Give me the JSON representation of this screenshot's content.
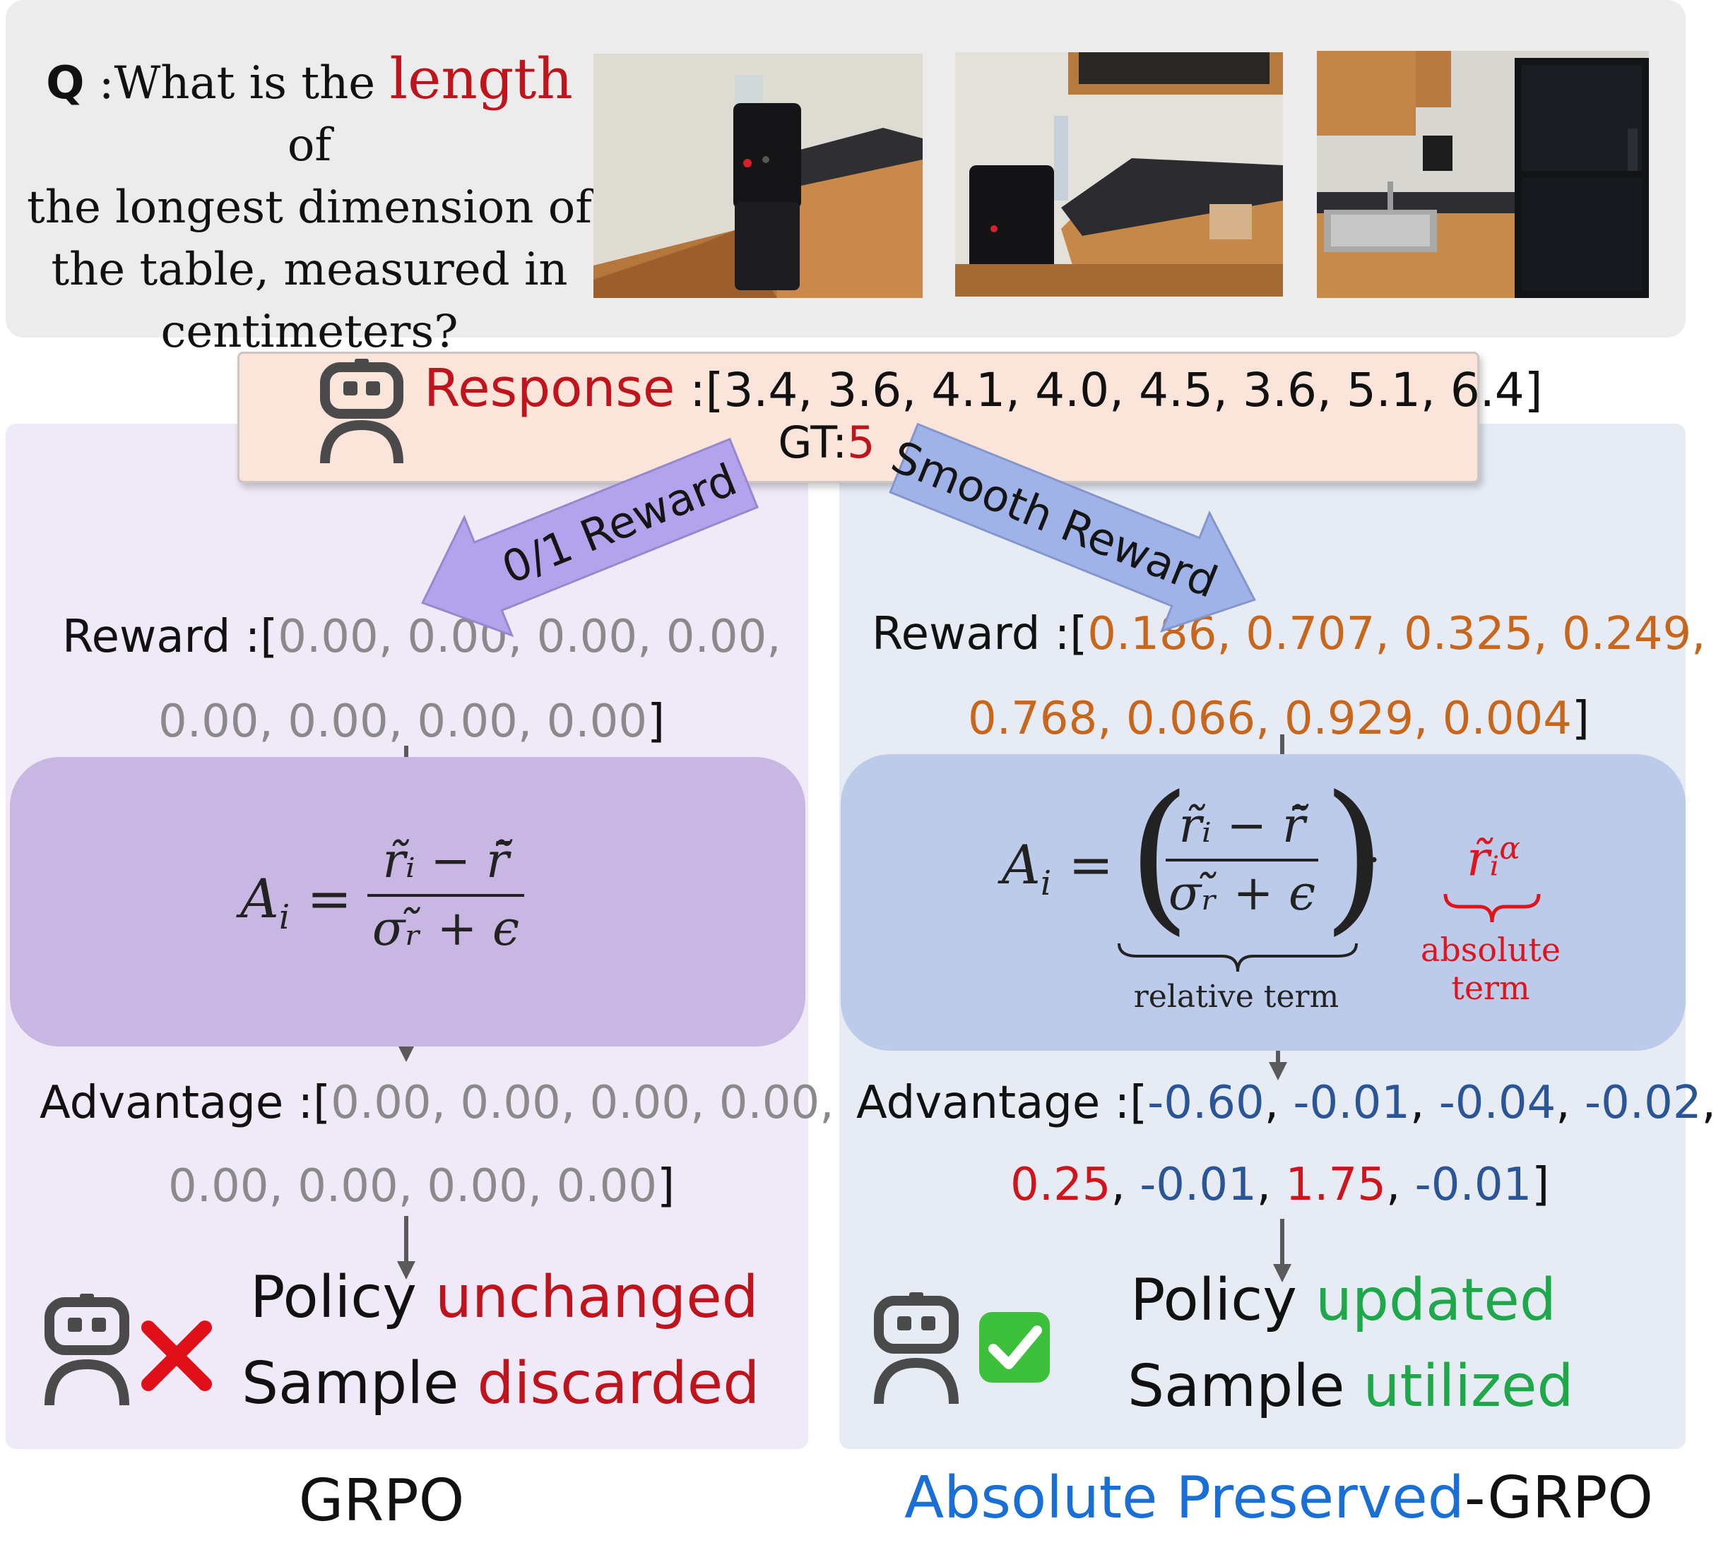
{
  "question": {
    "label": "Q",
    "sep": " :",
    "before": "What is the ",
    "highlight": "length",
    "after_line1": " of",
    "line2": "the longest dimension of",
    "line3": "the table, measured in",
    "line4": "centimeters?"
  },
  "response": {
    "label": "Response",
    "sep": " :",
    "values": "[3.4, 3.6, 4.1, 4.0, 4.5, 3.6, 5.1, 6.4]",
    "gt_label": "GT:",
    "gt_value": "5"
  },
  "arrows": {
    "left_label": "0/1 Reward",
    "right_label": "Smooth Reward",
    "left_color": "#b3a3ec",
    "right_color": "#9fb3e8"
  },
  "left": {
    "reward_label": "Reward :",
    "reward_line1": "0.00, 0.00, 0.00, 0.00,",
    "reward_line2": "0.00, 0.00, 0.00, 0.00",
    "advantage_label": "Advantage :",
    "advantage_line1": "0.00, 0.00, 0.00, 0.00,",
    "advantage_line2": "0.00, 0.00, 0.00, 0.00",
    "policy_word": "Policy",
    "policy_state": "unchanged",
    "sample_word": "Sample",
    "sample_state": "discarded",
    "caption": "GRPO"
  },
  "right": {
    "reward_label": "Reward :",
    "reward_line1": "0.186, 0.707, 0.325, 0.249,",
    "reward_line2": "0.768, 0.066, 0.929, 0.004",
    "advantage_label": "Advantage :",
    "advantage_values": [
      {
        "text": "-0.60",
        "color": "blue"
      },
      {
        "text": "-0.01",
        "color": "blue"
      },
      {
        "text": "-0.04",
        "color": "blue"
      },
      {
        "text": "-0.02",
        "color": "blue"
      },
      {
        "text": "0.25",
        "color": "red"
      },
      {
        "text": "-0.01",
        "color": "blue"
      },
      {
        "text": "1.75",
        "color": "red"
      },
      {
        "text": "-0.01",
        "color": "blue"
      }
    ],
    "relative_term": "relative term",
    "absolute_term": "absolute term",
    "policy_word": "Policy",
    "policy_state": "updated",
    "sample_word": "Sample",
    "sample_state": "utilized",
    "caption_blue": "Absolute Preserved",
    "caption_rest": "-GRPO"
  },
  "formula": {
    "lhs": "A",
    "sub": "i",
    "eq": "=",
    "numerator": "r̃ᵢ − r̄̃",
    "denominator": "σᵣ̃ + ϵ",
    "abs_factor": "r̃ᵢ",
    "abs_exp": "α",
    "dot": "·"
  },
  "colors": {
    "highlight_red": "#c0141c",
    "orange": "#c8661c",
    "blue": "#2a5596",
    "green": "#1ea84a",
    "gray": "#8a8a8a"
  }
}
